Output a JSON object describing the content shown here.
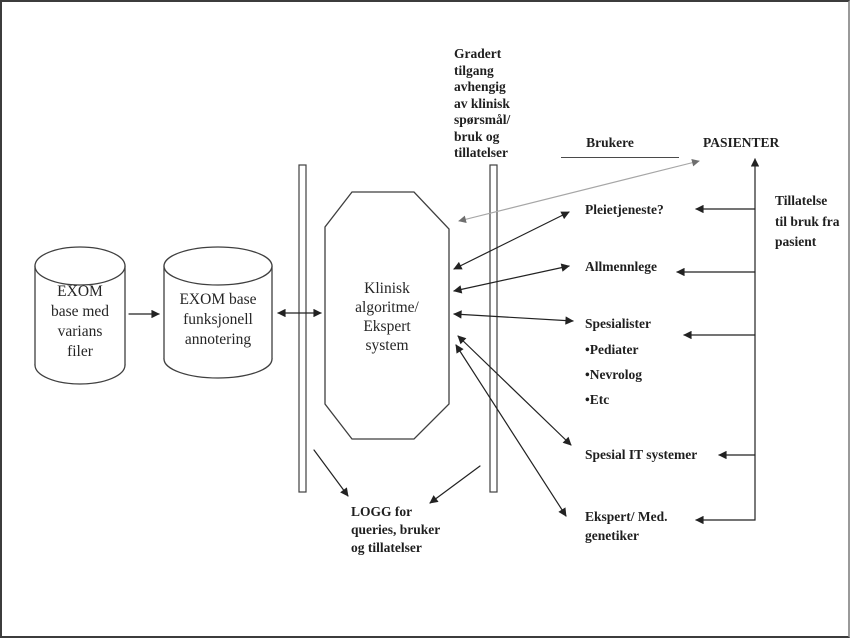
{
  "colors": {
    "ink": "#222222",
    "shape_stroke": "#3f3f3f",
    "light_line": "#a6a6a6",
    "background": "#ffffff"
  },
  "diagram": {
    "db_variants": {
      "label": "EXOM\nbase med\nvarians\nfiler"
    },
    "db_annotation": {
      "label": "EXOM base\nfunksjonell\nannotering"
    },
    "core": {
      "label": "Klinisk\nalgoritme/\nEkspert\nsystem"
    },
    "access_note": {
      "label": "Gradert\ntilgang\navhengig\nav klinisk\nspørsmål/\nbruk og\ntillatelser"
    },
    "headers": {
      "users": "Brukere",
      "patients": "PASIENTER"
    },
    "users": [
      {
        "label": "Pleietjeneste?"
      },
      {
        "label": "Allmennlege"
      },
      {
        "label": "Spesialister"
      },
      {
        "label": "•Pediater"
      },
      {
        "label": "•Nevrolog"
      },
      {
        "label": "•Etc"
      },
      {
        "label": "Spesial IT systemer"
      },
      {
        "label": "Ekspert/ Med.\ngenetiker"
      }
    ],
    "permission_note": {
      "label": "Tillatelse\ntil bruk  fra\npasient"
    },
    "log_note": {
      "label": "LOGG for\nqueries, bruker\nog tillatelser"
    }
  }
}
